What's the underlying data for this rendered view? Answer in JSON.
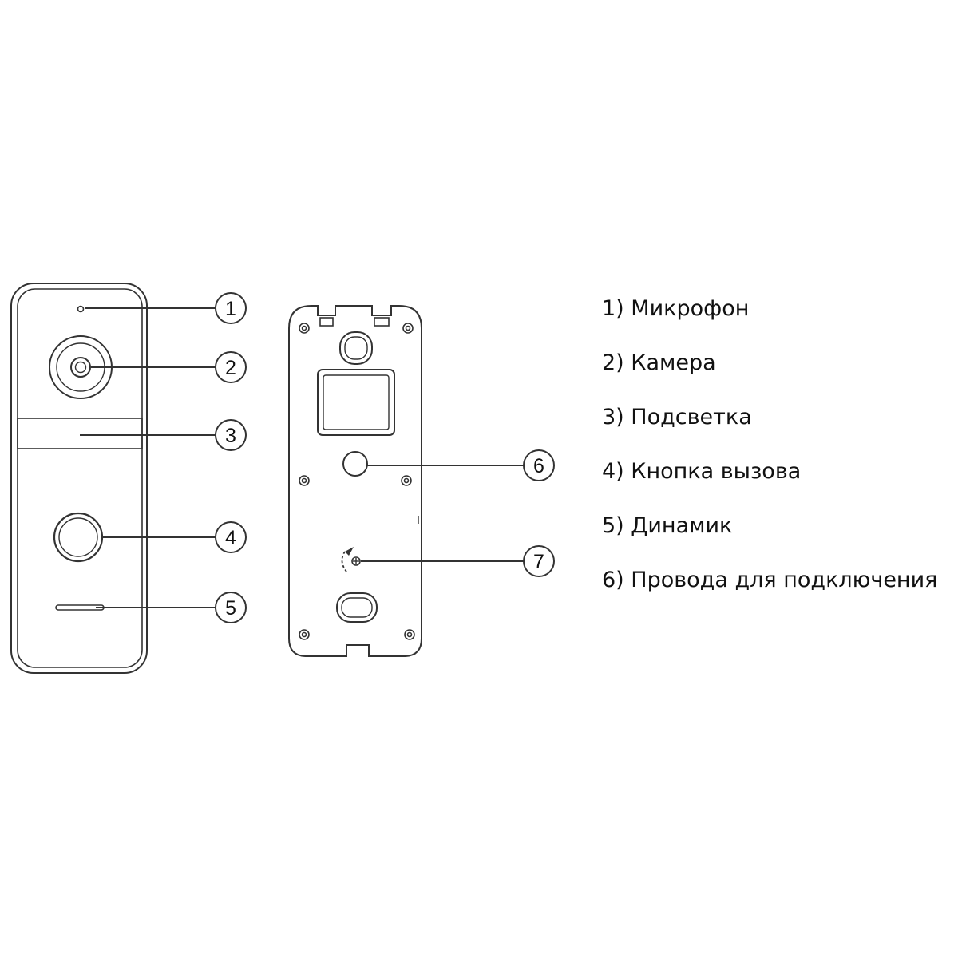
{
  "colors": {
    "background": "#ffffff",
    "line": "#333333",
    "text": "#111111"
  },
  "callouts": {
    "c1": "1",
    "c2": "2",
    "c3": "3",
    "c4": "4",
    "c5": "5",
    "c6": "6",
    "c7": "7"
  },
  "legend": {
    "items": [
      "1) Микрофон",
      "2) Камера",
      "3) Подсветка",
      "4) Кнопка вызова",
      "5) Динамик",
      "6) Провода для подключения"
    ]
  }
}
